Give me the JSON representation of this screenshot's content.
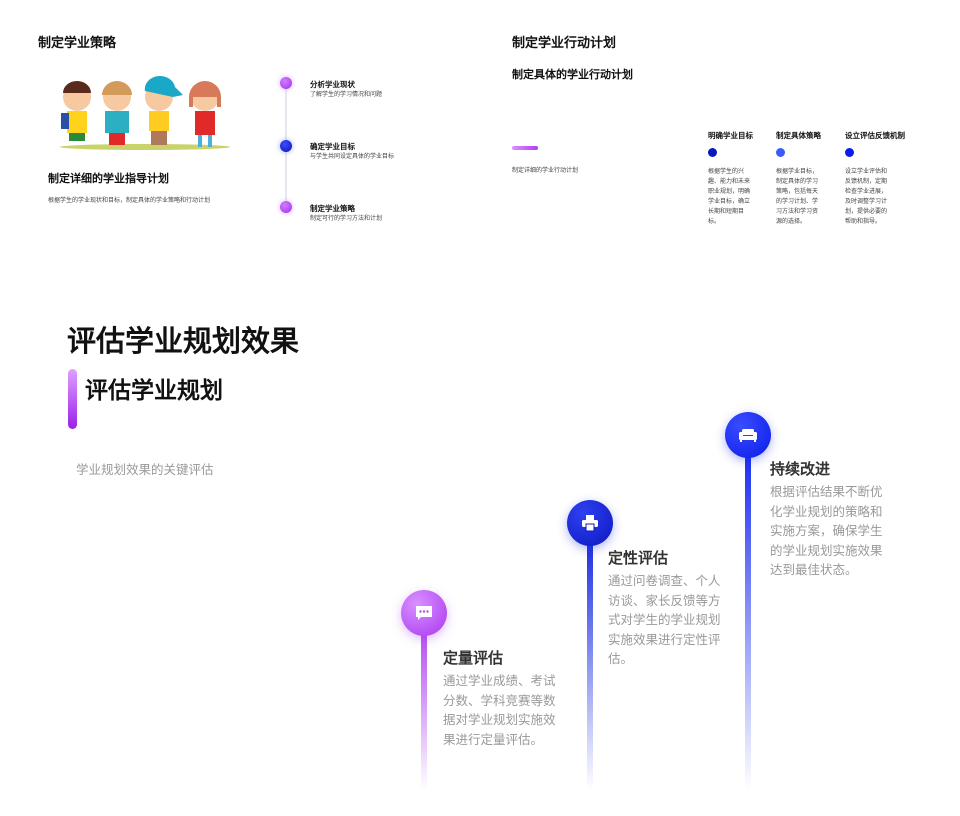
{
  "left_panel": {
    "title": "制定学业策略",
    "subtitle": "制定详细的学业指导计划",
    "desc": "根据学生的学业现状和目标，制定具体的学业策略和行动计划",
    "timeline": [
      {
        "title": "分析学业现状",
        "desc": "了解学生的学习情况和问题"
      },
      {
        "title": "确定学业目标",
        "desc": "与学生共同设定具体的学业目标"
      },
      {
        "title": "制定学业策略",
        "desc": "制定可行的学习方法和计划"
      }
    ]
  },
  "right_panel": {
    "title": "制定学业行动计划",
    "subtitle": "制定具体的学业行动计划",
    "desc": "制定详细的学业行动计划",
    "columns": [
      {
        "title": "明确学业目标",
        "desc": "根据学生的兴趣、能力和未来职业规划，明确学业目标，确立长期和短期目标。"
      },
      {
        "title": "制定具体策略",
        "desc": "根据学业目标，制定具体的学习策略，包括每天的学习计划、学习方法和学习资源的选择。"
      },
      {
        "title": "设立评估反馈机制",
        "desc": "设立学业评估和反馈机制，定期检查学业进展，及时调整学习计划，提供必要的帮助和指导。"
      }
    ]
  },
  "main": {
    "title": "评估学业规划效果",
    "subtitle": "评估学业规划",
    "desc": "学业规划效果的关键评估",
    "steps": [
      {
        "title": "定量评估",
        "desc": "通过学业成绩、考试分数、学科竞赛等数据对学业规划实施效果进行定量评估。",
        "icon": "chat-icon"
      },
      {
        "title": "定性评估",
        "desc": "通过问卷调查、个人访谈、家长反馈等方式对学生的学业规划实施效果进行定性评估。",
        "icon": "printer-icon"
      },
      {
        "title": "持续改进",
        "desc": "根据评估结果不断优化学业规划的策略和实施方案，确保学生的学业规划实施效果达到最佳状态。",
        "icon": "sofa-icon"
      }
    ]
  },
  "colors": {
    "purple": "#b44cf0",
    "blue": "#1a2ee0",
    "dark_blue": "#0a1fc8"
  }
}
